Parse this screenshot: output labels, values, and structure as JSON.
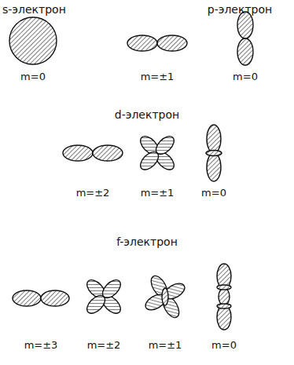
{
  "diagram": {
    "labels": [
      "s-электрон",
      "p-электрон",
      "m=0",
      "m=±1",
      "m=0",
      "d-электрон",
      "m=±2",
      "m=±1",
      "m=0",
      "f-электрон",
      "m=±3",
      "m=±2",
      "m=±1",
      "m=0"
    ]
  }
}
